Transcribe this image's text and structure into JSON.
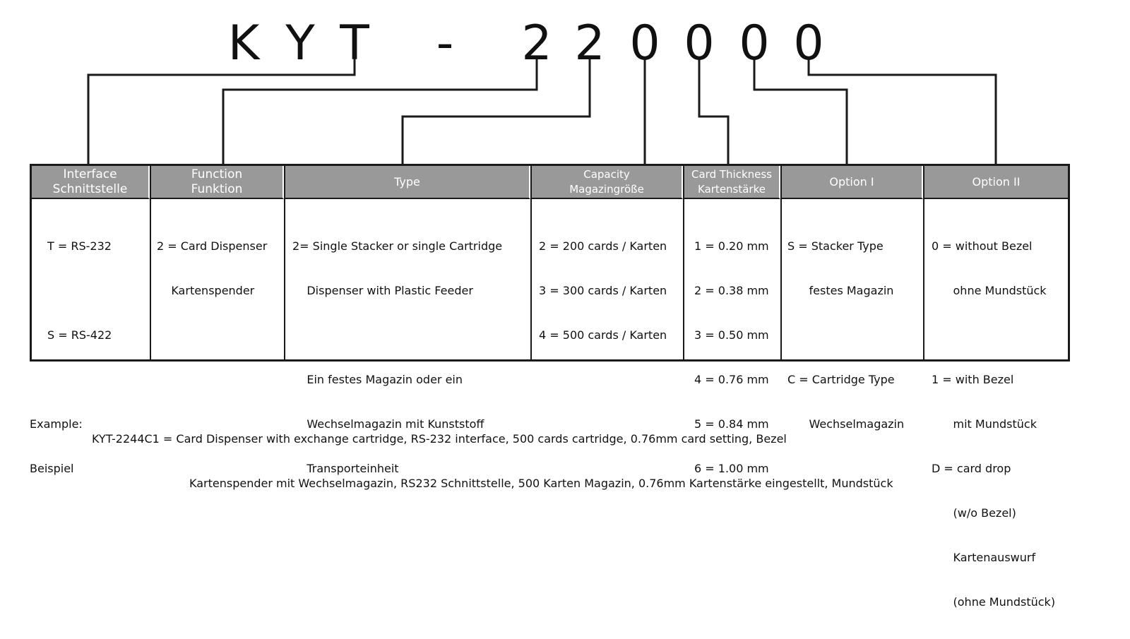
{
  "code": {
    "chars": [
      "K",
      "Y",
      "T",
      "-",
      "2",
      "2",
      "0",
      "0",
      "0",
      "0"
    ]
  },
  "table": {
    "columns": [
      {
        "header": [
          "Interface",
          "Schnittstelle"
        ],
        "entries": [
          "T = RS-232",
          "",
          "S = RS-422"
        ]
      },
      {
        "header": [
          "Function",
          "Funktion"
        ],
        "entries": [
          "2 = Card Dispenser",
          "    Kartenspender"
        ]
      },
      {
        "header": [
          "Type"
        ],
        "entries": [
          "2= Single Stacker or single Cartridge",
          "    Dispenser with Plastic Feeder",
          "",
          "    Ein festes Magazin oder ein",
          "    Wechselmagazin mit Kunststoff",
          "    Transporteinheit"
        ]
      },
      {
        "header": [
          "Capacity",
          "Magazingröße"
        ],
        "entries": [
          "2 = 200 cards / Karten",
          "3 = 300 cards / Karten",
          "4 = 500 cards / Karten"
        ]
      },
      {
        "header": [
          "Card Thickness",
          "Kartenstärke"
        ],
        "entries": [
          "1 = 0.20 mm",
          "2 = 0.38 mm",
          "3 = 0.50 mm",
          "4 = 0.76 mm",
          "5 = 0.84 mm",
          "6 = 1.00 mm"
        ]
      },
      {
        "header": [
          "Option I"
        ],
        "entries": [
          "S = Stacker Type",
          "      festes Magazin",
          "",
          "C = Cartridge Type",
          "      Wechselmagazin"
        ]
      },
      {
        "header": [
          "Option II"
        ],
        "entries": [
          "0 = without Bezel",
          "      ohne Mundstück",
          "",
          "1 = with Bezel",
          "      mit Mundstück",
          "D = card drop",
          "      (w/o Bezel)",
          "      Kartenauswurf",
          "      (ohne Mundstück)"
        ]
      }
    ]
  },
  "example": {
    "en_label": "Example:",
    "en_text": "KYT-2244C1 = Card Dispenser with exchange cartridge, RS-232 interface, 500 cards cartridge, 0.76mm card setting, Bezel",
    "de_label": "Beispiel",
    "de_text": "Kartenspender mit Wechselmagazin, RS232 Schnittstelle, 500 Karten Magazin, 0.76mm Kartenstärke eingestellt, Mundstück"
  }
}
